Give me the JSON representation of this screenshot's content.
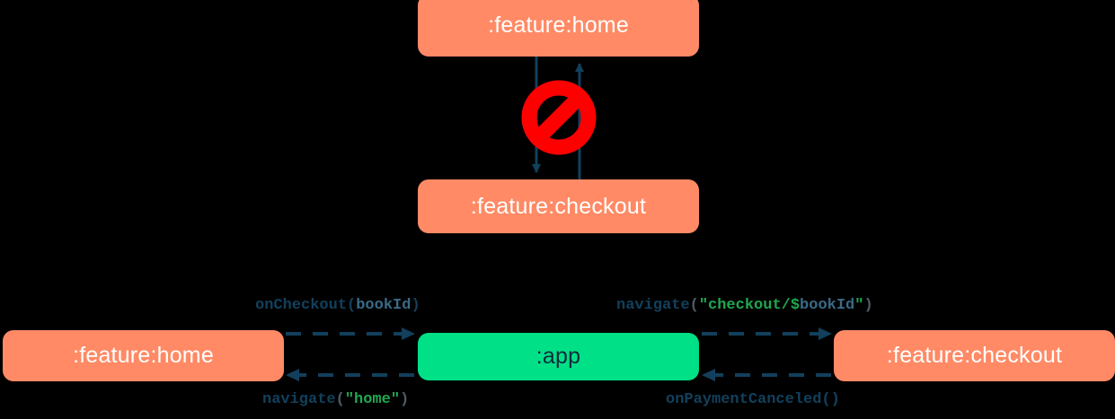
{
  "diagram": {
    "title": "feature module navigation diagram",
    "background": "#000000",
    "colors": {
      "feature_node_fill": "#FF8A65",
      "feature_node_text": "#FFFFFF",
      "app_node_fill": "#00E087",
      "app_node_text": "#0D2A3A",
      "arrow": "#12405C",
      "forbidden_icon": "#FF0000",
      "string_literal": "#1FA84F",
      "identifier": "#3A6A87",
      "punctuation": "#4D5B63"
    },
    "top_cluster": {
      "name": "forbidden-direct-dependency",
      "nodes": [
        {
          "id": "home-top",
          "label": ":feature:home",
          "type": "feature"
        },
        {
          "id": "checkout-top",
          "label": ":feature:checkout",
          "type": "feature"
        }
      ],
      "edges": [
        {
          "from": "home-top",
          "to": "checkout-top",
          "direction": "down",
          "style": "solid"
        },
        {
          "from": "checkout-top",
          "to": "home-top",
          "direction": "up",
          "style": "solid"
        }
      ],
      "icon": {
        "name": "prohibited-icon",
        "glyph": "no-entry",
        "meaning": "not allowed"
      }
    },
    "bottom_cluster": {
      "name": "app-mediated-navigation",
      "nodes": [
        {
          "id": "home-bottom",
          "label": ":feature:home",
          "type": "feature"
        },
        {
          "id": "app",
          "label": ":app",
          "type": "app"
        },
        {
          "id": "checkout-bottom",
          "label": ":feature:checkout",
          "type": "feature"
        }
      ],
      "edges": [
        {
          "id": "home-to-app",
          "from": "home-bottom",
          "to": "app",
          "direction": "right",
          "style": "dashed",
          "label_text": "onCheckout(bookId)",
          "label_tokens": [
            {
              "text": "onCheckout",
              "color": "#12405C"
            },
            {
              "text": "(",
              "color": "#12405C"
            },
            {
              "text": "bookId",
              "color": "#3A6A87"
            },
            {
              "text": ")",
              "color": "#12405C"
            }
          ]
        },
        {
          "id": "app-to-checkout",
          "from": "app",
          "to": "checkout-bottom",
          "direction": "right",
          "style": "dashed",
          "label_text": "navigate(\"checkout/$bookId\")",
          "label_tokens": [
            {
              "text": "navigate",
              "color": "#12405C"
            },
            {
              "text": "(",
              "color": "#4D5B63"
            },
            {
              "text": "\"checkout/$",
              "color": "#1FA84F"
            },
            {
              "text": "bookId",
              "color": "#3A6A87"
            },
            {
              "text": "\"",
              "color": "#1FA84F"
            },
            {
              "text": ")",
              "color": "#4D5B63"
            }
          ]
        },
        {
          "id": "app-to-home",
          "from": "app",
          "to": "home-bottom",
          "direction": "left",
          "style": "dashed",
          "label_text": "navigate(\"home\")",
          "label_tokens": [
            {
              "text": "navigate",
              "color": "#12405C"
            },
            {
              "text": "(",
              "color": "#4D5B63"
            },
            {
              "text": "\"home\"",
              "color": "#1FA84F"
            },
            {
              "text": ")",
              "color": "#4D5B63"
            }
          ]
        },
        {
          "id": "checkout-to-app",
          "from": "checkout-bottom",
          "to": "app",
          "direction": "left",
          "style": "dashed",
          "label_text": "onPaymentCanceled()",
          "label_tokens": [
            {
              "text": "onPaymentCanceled()",
              "color": "#12405C"
            }
          ]
        }
      ]
    }
  }
}
